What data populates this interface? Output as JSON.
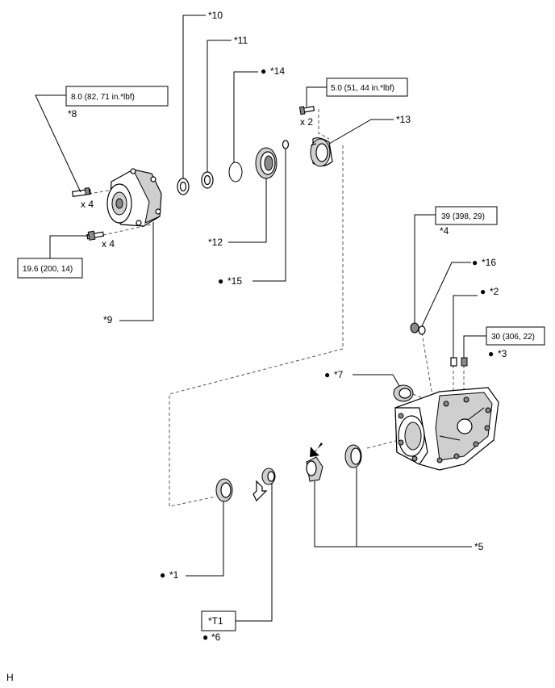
{
  "callouts": {
    "c1": "*1",
    "c2": "*2",
    "c3": "*3",
    "c4": "*4",
    "c5": "*5",
    "c6": "*6",
    "c7": "*7",
    "c8": "*8",
    "c9": "*9",
    "c10": "*10",
    "c11": "*11",
    "c12": "*12",
    "c13": "*13",
    "c14": "*14",
    "c15": "*15",
    "c16": "*16",
    "t1": "*T1"
  },
  "bullet": "●",
  "torques": {
    "t8": "8.0 (82, 71 in.*lbf)",
    "t19": "19.6 (200, 14)",
    "t5": "5.0 (51, 44 in.*lbf)",
    "t39": "39 (398, 29)",
    "t30": "30 (306, 22)"
  },
  "quantities": {
    "q_stud": "x 4",
    "q_bolt": "x 4",
    "q_small_bolt": "x 2"
  },
  "corner_code": "H",
  "colors": {
    "ink": "#000000",
    "shade": "#cfcfcf",
    "dark": "#8a8a8a"
  }
}
